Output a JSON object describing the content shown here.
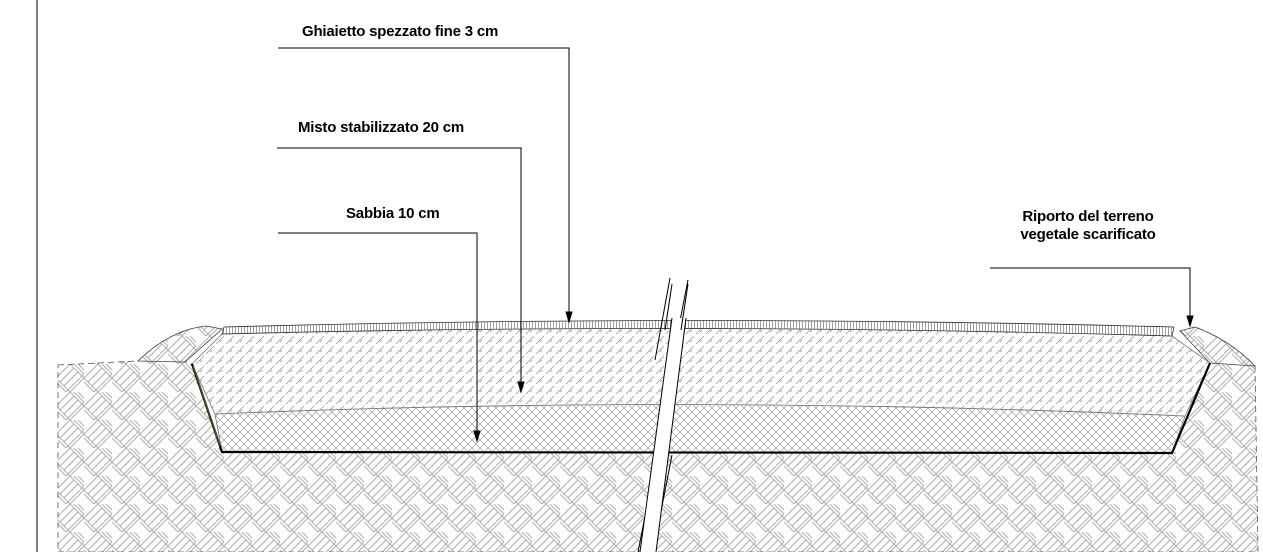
{
  "layers": {
    "ghiaietto": "Ghiaietto spezzato fine 3 cm",
    "misto": "Misto stabilizzato 20 cm",
    "sabbia": "Sabbia 10 cm"
  },
  "riporto": {
    "line1": "Riporto del terreno",
    "line2": "vegetale scarificato"
  },
  "colors": {
    "line": "#000000",
    "hatch": "#b0b0b0",
    "geotextile": "#3a5a1a"
  }
}
